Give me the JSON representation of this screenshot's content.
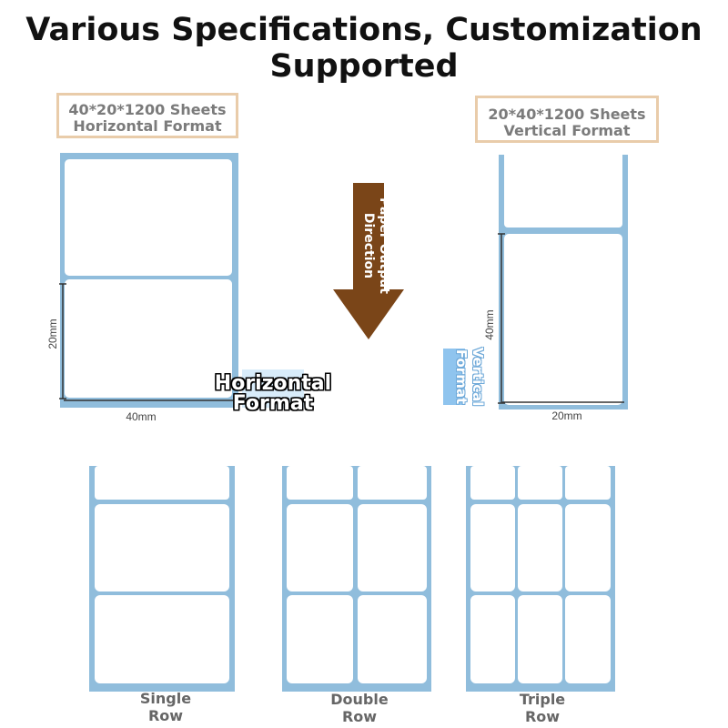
{
  "title": {
    "line1": "Various Specifications, Customization",
    "line2": "Supported"
  },
  "horizontal_spec": {
    "line1": "40*20*1200 Sheets",
    "line2": "Horizontal Format",
    "width_label": "40mm",
    "height_label": "20mm",
    "tag": {
      "line1": "Horizontal",
      "line2": "Format"
    }
  },
  "arrow": {
    "line1": "Paper Output",
    "line2": "Direction",
    "color": "#7a4518"
  },
  "vertical_spec": {
    "line1": "20*40*1200 Sheets",
    "line2": "Vertical Format",
    "width_label": "20mm",
    "height_label": "40mm",
    "tag": {
      "line1": "Vertical",
      "line2": "Format"
    }
  },
  "layouts": [
    {
      "line1": "Single",
      "line2": "Row"
    },
    {
      "line1": "Double",
      "line2": "Row"
    },
    {
      "line1": "Triple",
      "line2": "Row"
    }
  ],
  "colors": {
    "backing": "#90bddc",
    "spec_border": "#e9ccaa"
  }
}
